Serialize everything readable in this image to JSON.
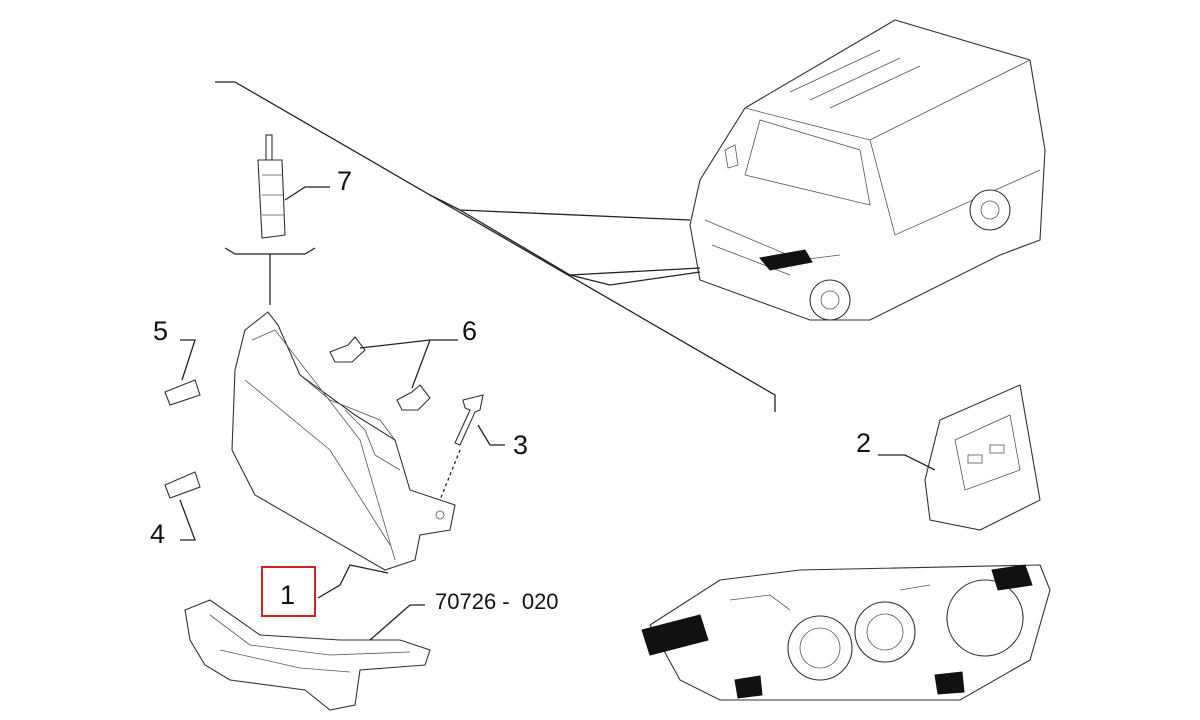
{
  "callouts": [
    {
      "id": "1",
      "label": "1"
    },
    {
      "id": "2",
      "label": "2"
    },
    {
      "id": "3",
      "label": "3"
    },
    {
      "id": "4",
      "label": "4"
    },
    {
      "id": "5",
      "label": "5"
    },
    {
      "id": "6",
      "label": "6"
    },
    {
      "id": "7",
      "label": "7"
    }
  ],
  "diagram_code": "70726 -  020",
  "colors": {
    "highlight_box": "#d32020",
    "line": "#222222"
  }
}
